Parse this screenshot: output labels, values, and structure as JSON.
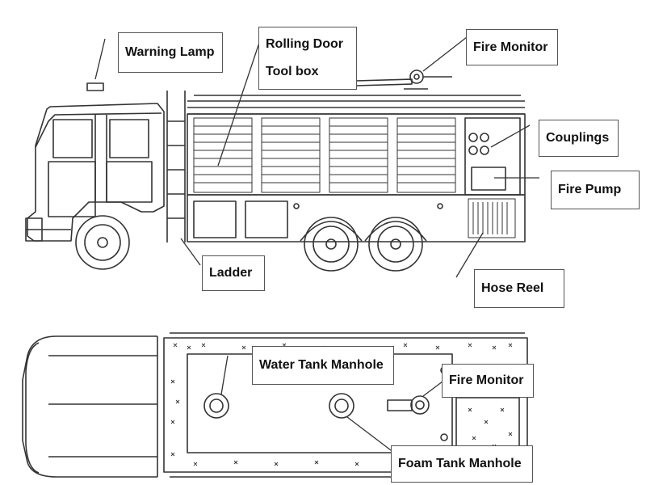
{
  "labels": {
    "warning_lamp": "Warning Lamp",
    "rolling_door": "Rolling Door",
    "tool_box": "Tool box",
    "fire_monitor_side": "Fire Monitor",
    "couplings": "Couplings",
    "fire_pump": "Fire Pump",
    "ladder": "Ladder",
    "hose_reel": "Hose Reel",
    "water_tank_manhole": "Water Tank Manhole",
    "fire_monitor_top": "Fire Monitor",
    "foam_tank_manhole": "Foam Tank Manhole"
  },
  "style": {
    "line_color": "#333333",
    "box_border": "#555555",
    "background": "#ffffff"
  }
}
